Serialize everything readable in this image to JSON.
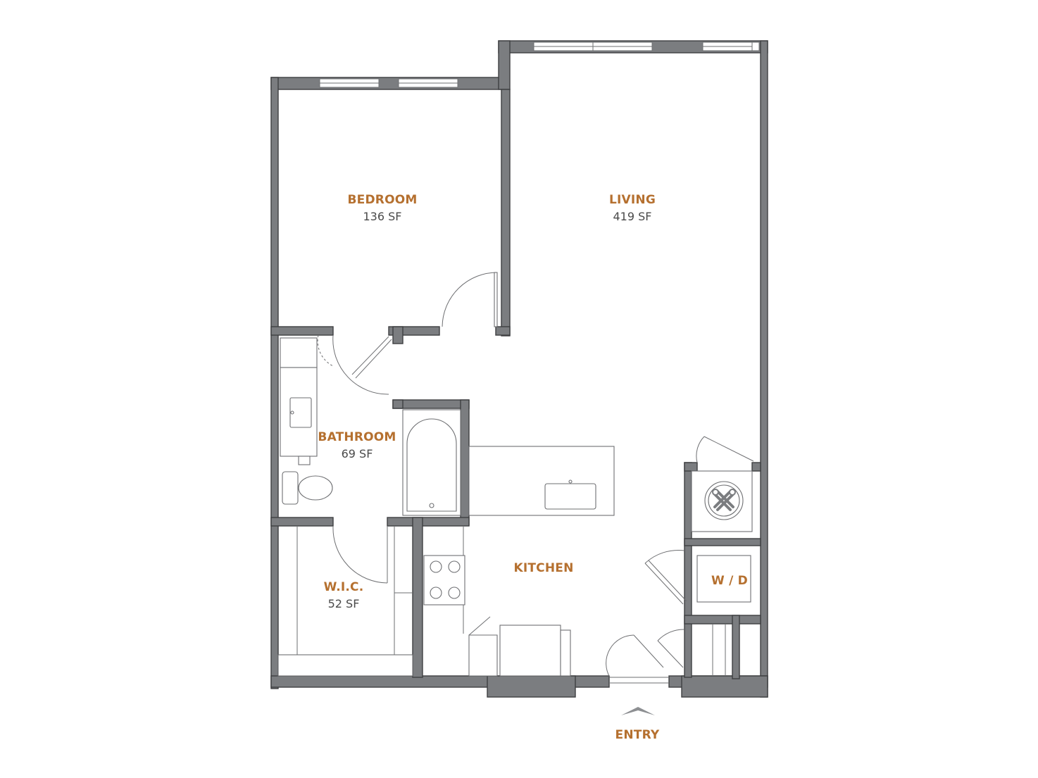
{
  "colors": {
    "label": "#b5702f",
    "area": "#4a4a4a",
    "wall": "#7b7d80",
    "wall_outline": "#3e3f41"
  },
  "rooms": {
    "bedroom": {
      "name": "BEDROOM",
      "area": "136 SF"
    },
    "living": {
      "name": "LIVING",
      "area": "419 SF"
    },
    "bathroom": {
      "name": "BATHROOM",
      "area": "69 SF"
    },
    "wic": {
      "name": "W.I.C.",
      "area": "52 SF"
    },
    "kitchen": {
      "name": "KITCHEN"
    },
    "laundry": {
      "name": "W / D"
    }
  },
  "entry": {
    "label": "ENTRY"
  },
  "icons": {
    "mechanical": "tools-icon",
    "entry_marker": "chevron-up-icon"
  }
}
